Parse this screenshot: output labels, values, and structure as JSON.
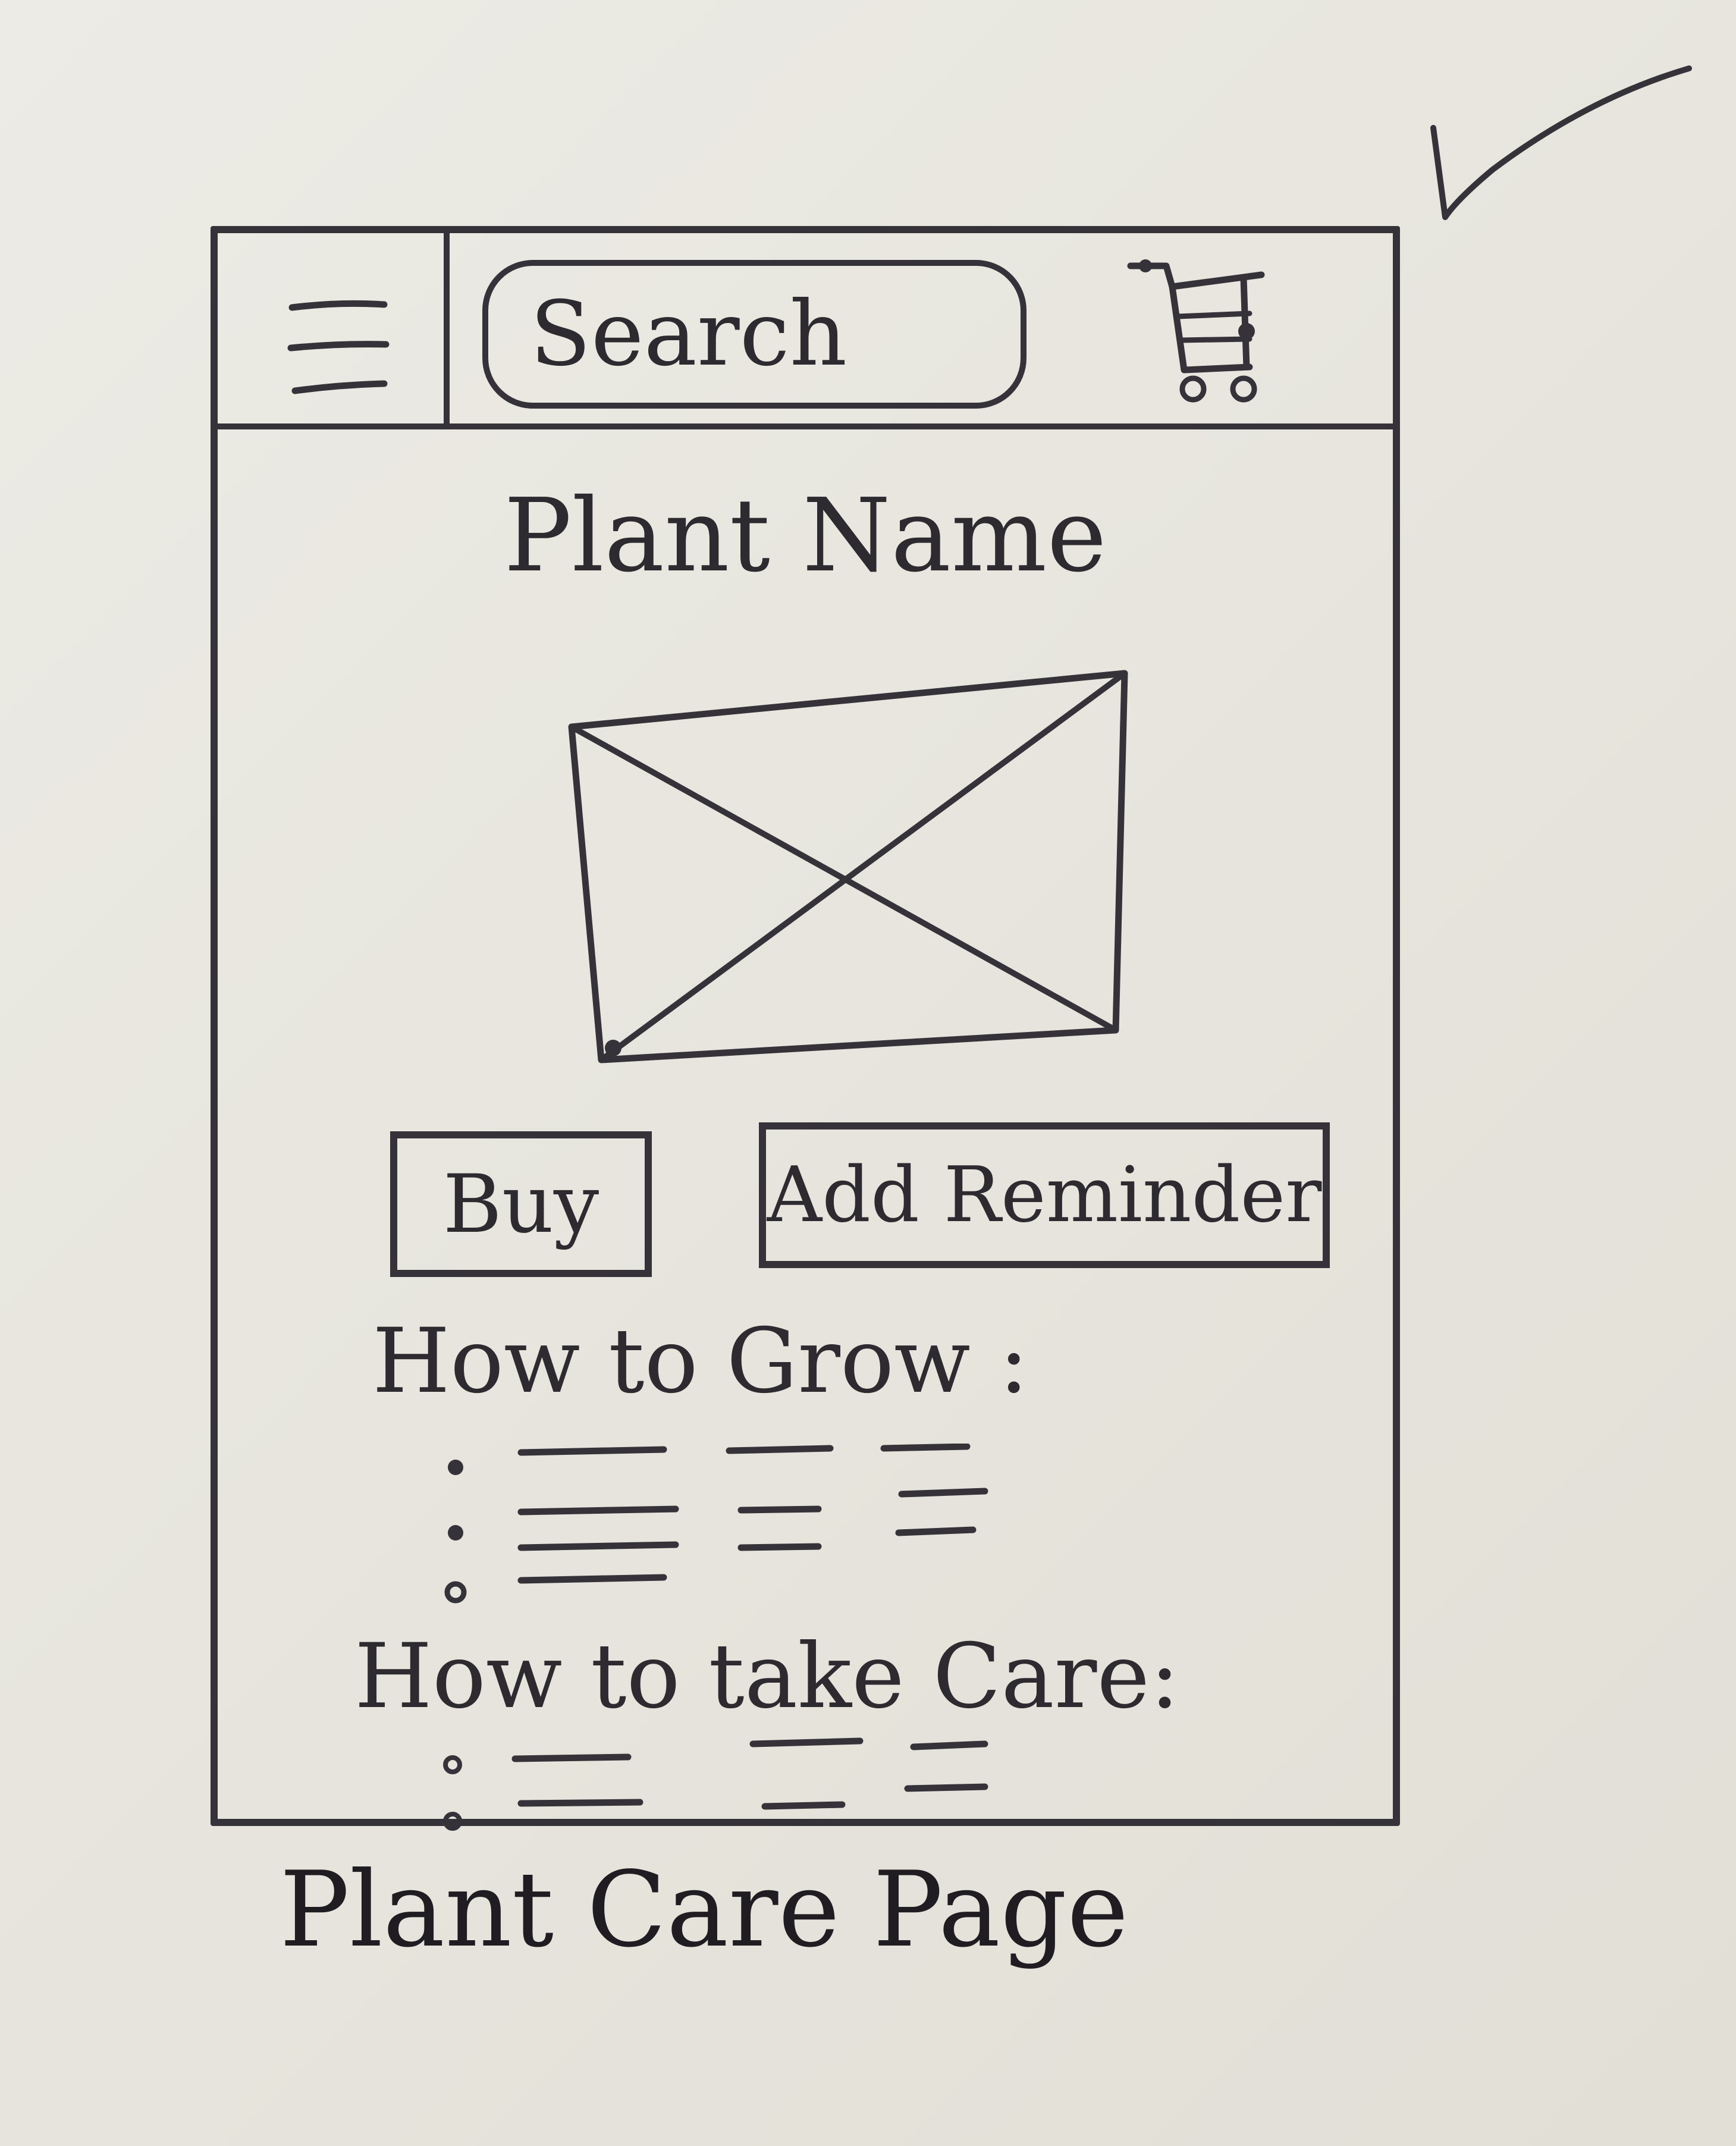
{
  "header": {
    "menu_icon": "hamburger-menu-icon",
    "search_label": "Search",
    "cart_icon": "cart-icon"
  },
  "main": {
    "title": "Plant Name",
    "image_icon": "image-placeholder-icon",
    "buy_label": "Buy",
    "reminder_label": "Add Reminder",
    "grow_heading": "How to Grow :",
    "care_heading": "How to take Care:"
  },
  "caption": "Plant Care Page",
  "annotation_icon": "checkmark-icon",
  "colors": {
    "ink": "#36323a",
    "paper": "#e9e7e0"
  }
}
